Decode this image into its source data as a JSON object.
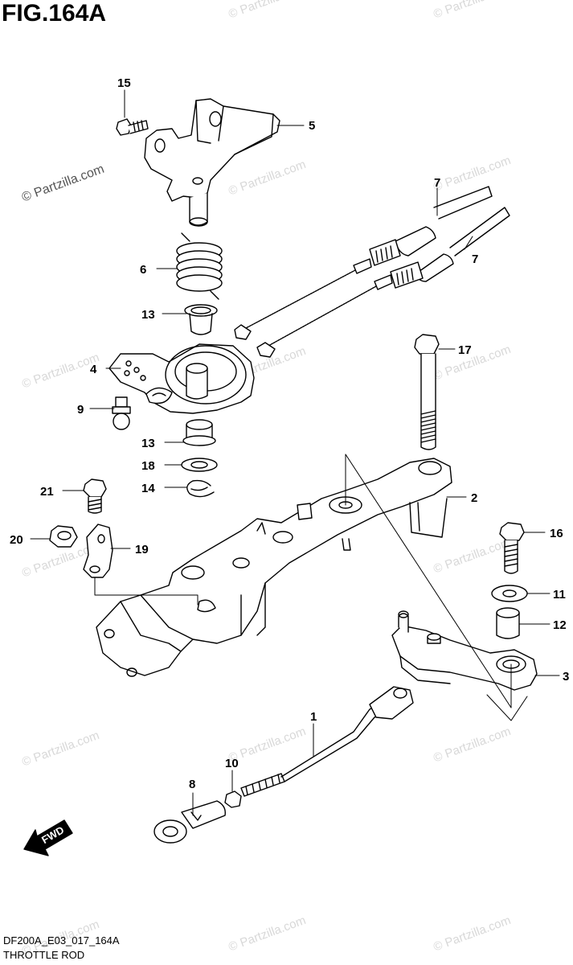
{
  "figure": {
    "title": "FIG.164A"
  },
  "footer": {
    "code": "DF200A_E03_017_164A",
    "name": "THROTTLE ROD"
  },
  "watermark": {
    "text": "© Partzilla.com"
  },
  "arrow": {
    "label": "FWD"
  },
  "callouts": {
    "p1": "1",
    "p2": "2",
    "p3": "3",
    "p4": "4",
    "p5": "5",
    "p6": "6",
    "p7a": "7",
    "p7b": "7",
    "p8": "8",
    "p9": "9",
    "p10": "10",
    "p11": "11",
    "p12": "12",
    "p13a": "13",
    "p13b": "13",
    "p14": "14",
    "p15": "15",
    "p16": "16",
    "p17": "17",
    "p18": "18",
    "p19": "19",
    "p20": "20",
    "p21": "21"
  }
}
